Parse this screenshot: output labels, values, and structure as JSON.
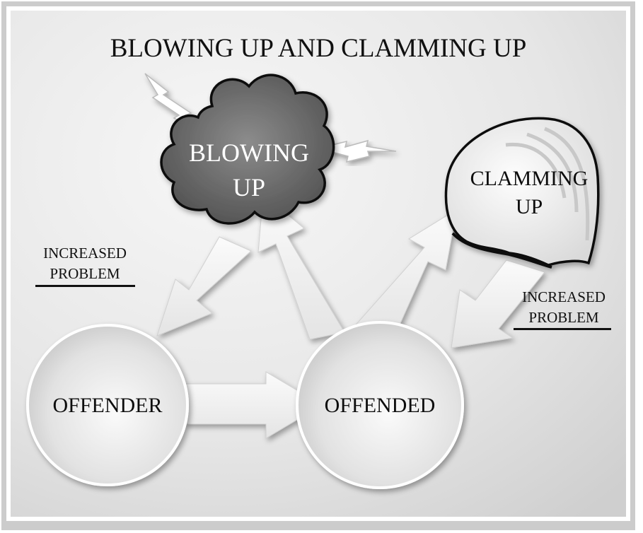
{
  "title": "BLOWING UP AND CLAMMING UP",
  "nodes": {
    "blowing_up": {
      "line1": "BLOWING",
      "line2": "UP"
    },
    "clamming_up": {
      "line1": "CLAMMING",
      "line2": "UP"
    },
    "offender": {
      "label": "OFFENDER"
    },
    "offended": {
      "label": "OFFENDED"
    }
  },
  "labels": {
    "left_increased_problem": {
      "line1": "INCREASED",
      "line2": "PROBLEM"
    },
    "right_increased_problem": {
      "line1": "INCREASED",
      "line2": "PROBLEM"
    }
  },
  "colors": {
    "cloud": "#6e6e6e",
    "panel": "#ebebeb",
    "arrow": "#f7f7f7",
    "outline": "#111111"
  }
}
